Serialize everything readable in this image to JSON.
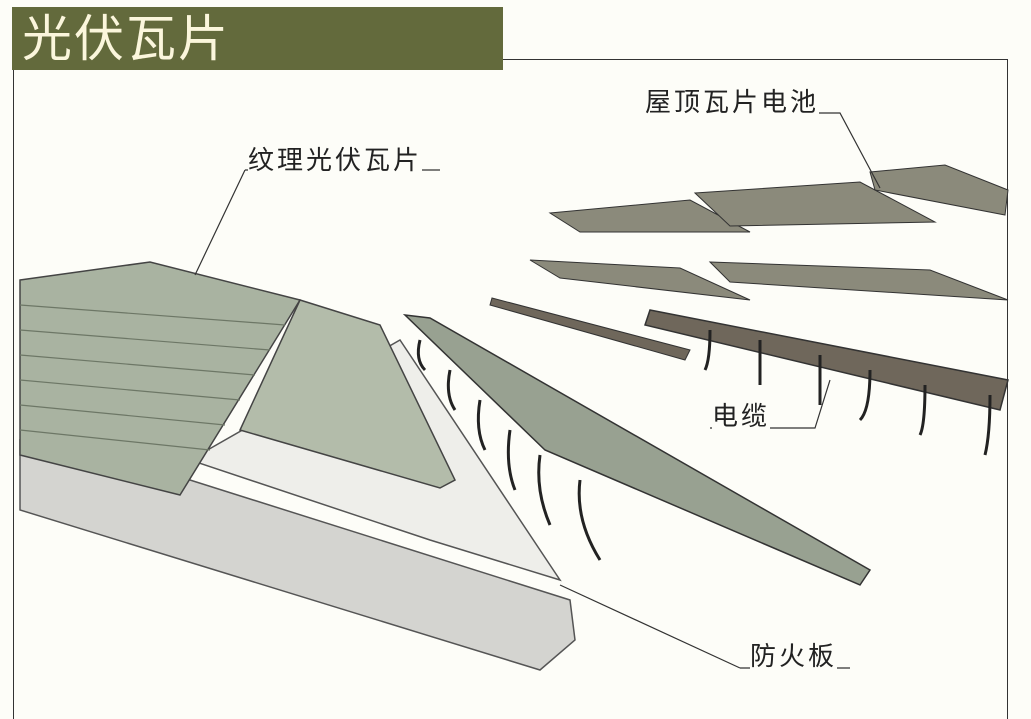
{
  "title": "光伏瓦片",
  "labels": {
    "textured_tile": "纹理光伏瓦片",
    "roof_tile_cell": "屋顶瓦片电池",
    "cable": "电缆",
    "fireproof_board": "防火板"
  },
  "colors": {
    "title_bg": "#636a3c",
    "title_text": "#fbf6dc",
    "panel": "#a9b3a1",
    "cell": "#8b8a7b"
  }
}
